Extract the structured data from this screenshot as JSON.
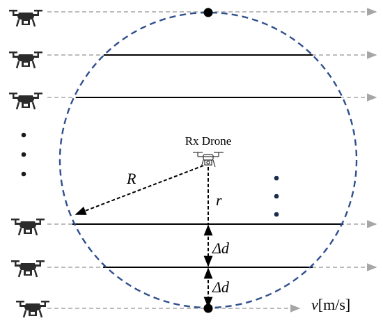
{
  "labels": {
    "rx_drone": "Rx Drone",
    "radius_R": "R",
    "distance_r": "r",
    "delta_d_upper": "Δd",
    "delta_d_lower": "Δd",
    "velocity_symbol": "v",
    "velocity_unit": "[m/s]"
  },
  "colors": {
    "circle": "#2F4F8F",
    "trajectory": "#A6A6A6",
    "chord": "#000000",
    "drone": "#2B2B2B"
  },
  "icons": {
    "transmitter_drone": "drone-icon",
    "receiver_drone": "drone-outline-icon",
    "dots": "ellipsis-vertical-icon"
  }
}
